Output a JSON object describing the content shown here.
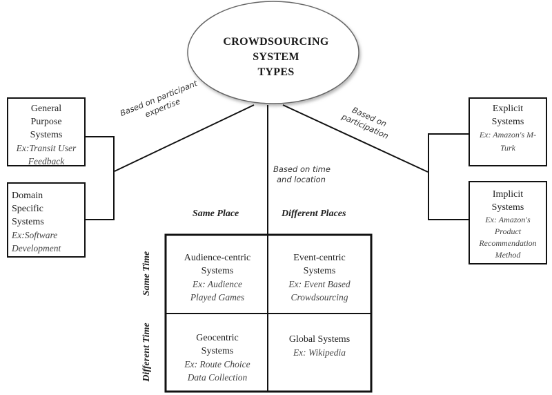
{
  "root": {
    "title_lines": [
      "CROWDSOURCING",
      "SYSTEM",
      "TYPES"
    ]
  },
  "branches": {
    "expertise": {
      "label_lines": [
        "Based on participant",
        "expertise"
      ],
      "children": [
        {
          "title_lines": [
            "General",
            "Purpose",
            "Systems"
          ],
          "example_lines": [
            "Ex:Transit User",
            "Feedback"
          ]
        },
        {
          "title_lines": [
            "Domain",
            "Specific",
            "Systems"
          ],
          "example_lines": [
            "Ex:Software",
            "Development"
          ]
        }
      ]
    },
    "time_location": {
      "label_lines": [
        "Based on time",
        "and location"
      ],
      "column_headers": [
        "Same Place",
        "Different Places"
      ],
      "row_headers": [
        "Same Time",
        "Different Time"
      ],
      "cells": [
        {
          "title_lines": [
            "Audience-centric",
            "Systems"
          ],
          "example_lines": [
            "Ex: Audience",
            "Played Games"
          ]
        },
        {
          "title_lines": [
            "Event-centric",
            "Systems"
          ],
          "example_lines": [
            "Ex: Event Based",
            "Crowdsourcing"
          ]
        },
        {
          "title_lines": [
            "Geocentric",
            "Systems"
          ],
          "example_lines": [
            "Ex: Route Choice",
            "Data Collection"
          ]
        },
        {
          "title_lines": [
            "Global Systems"
          ],
          "example_lines": [
            "Ex: Wikipedia"
          ]
        }
      ]
    },
    "participation": {
      "label_lines": [
        "Based on",
        "participation"
      ],
      "children": [
        {
          "title_lines": [
            "Explicit",
            "Systems"
          ],
          "example_lines": [
            "Ex: Amazon's M-",
            "Turk"
          ]
        },
        {
          "title_lines": [
            "Implicit",
            "Systems"
          ],
          "example_lines": [
            "Ex: Amazon's",
            "Product",
            "Recommendation",
            "Method"
          ]
        }
      ]
    }
  }
}
